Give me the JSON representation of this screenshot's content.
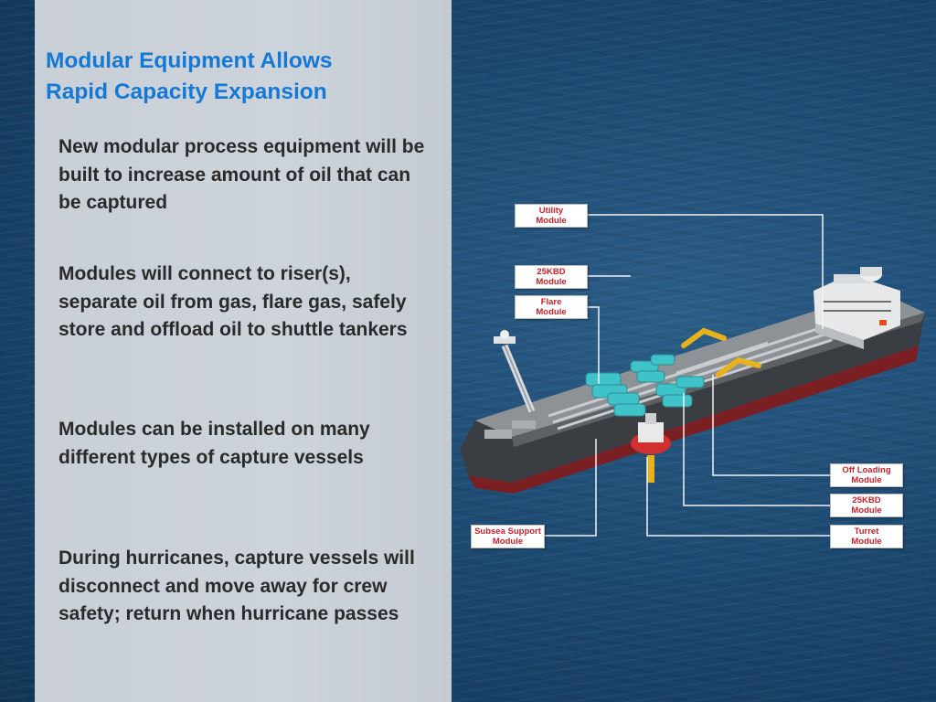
{
  "slide": {
    "title": "Modular Equipment Allows\nRapid Capacity Expansion",
    "bullets": [
      "New modular process equipment will be built to increase amount of oil that can be captured",
      "Modules will connect to riser(s), separate oil from gas, flare gas, safely store and offload oil to shuttle tankers",
      "Modules can be installed on many different types of capture vessels",
      "During hurricanes, capture vessels will disconnect and move away for crew safety; return when hurricane passes"
    ]
  },
  "callouts": {
    "utility": "Utility\nModule",
    "kbd_top": "25KBD\nModule",
    "flare": "Flare\nModule",
    "offloading": "Off Loading\nModule",
    "kbd_bottom": "25KBD\nModule",
    "turret": "Turret\nModule",
    "subsea": "Subsea Support\nModule"
  },
  "colors": {
    "title": "#1479d6",
    "callout_text": "#c8202a",
    "panel": "#cbd1d8",
    "module_teal": "#3fc3c9",
    "crane_yellow": "#e8b21a"
  }
}
